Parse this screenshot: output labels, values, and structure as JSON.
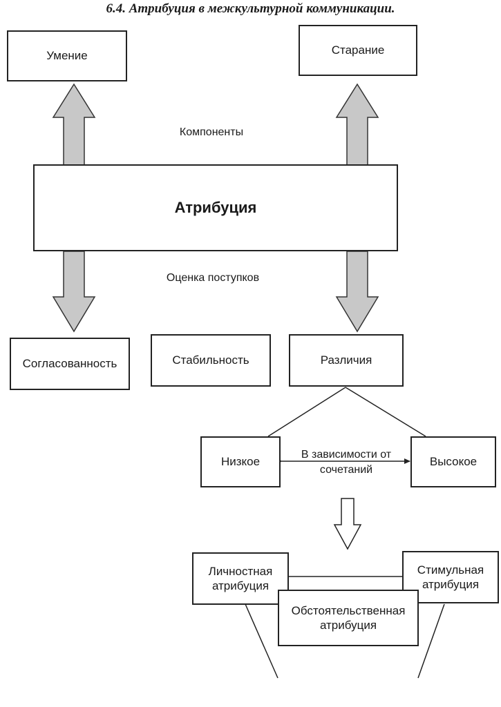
{
  "heading": "6.4.   Атрибуция в межкультурной коммуникации.",
  "diagram": {
    "center": "Атрибуция",
    "top_left": "Умение",
    "top_right": "Старание",
    "components_label": "Компоненты",
    "evaluation_label": "Оценка поступков",
    "bottom_left": "Согласованность",
    "bottom_middle": "Стабильность",
    "bottom_right": "Различия",
    "low": "Низкое",
    "high": "Высокое",
    "dependency_label": "В зависимости от сочетаний",
    "personal": "Личностная атрибуция",
    "stimulus": "Стимульная атрибуция",
    "circumstantial": "Обстоятельственная атрибуция"
  },
  "colors": {
    "arrow_fill": "#c8c8c8",
    "line": "#222222"
  }
}
